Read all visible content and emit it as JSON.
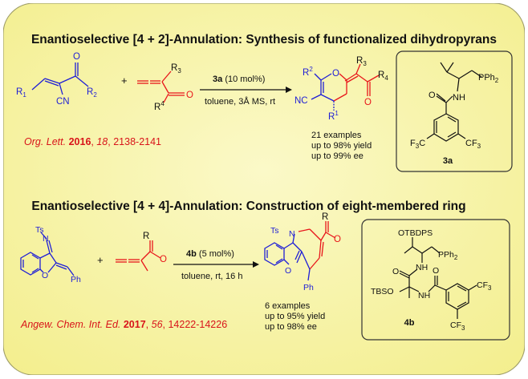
{
  "section1": {
    "title": "Enantioselective [4 + 2]-Annulation: Synthesis of functionalized dihydropyrans",
    "catalyst_id": "3a",
    "catalyst_loading": "(10 mol%)",
    "conditions": "toluene, 3Å MS, rt",
    "citation": {
      "journal": "Org. Lett.",
      "year": "2016",
      "volume": "18",
      "pages": "2138-2141"
    },
    "results": [
      "21 examples",
      "up to 98% yield",
      "up to 99% ee"
    ],
    "substrate1_labels": {
      "r1": "R",
      "r1_sub": "1",
      "cn": "CN",
      "r2": "R",
      "r2_sub": "2",
      "o": "O"
    },
    "substrate2_labels": {
      "r3": "R",
      "r3_sub": "3",
      "r4": "R",
      "r4_sup": "4",
      "o": "O"
    },
    "product_labels": {
      "r2": "R",
      "r2_sup": "2",
      "o_ring": "O",
      "r3": "R",
      "r3_sub": "3",
      "r4": "R",
      "r4_sub": "4",
      "o": "O",
      "nc": "NC",
      "r1": "R",
      "r1_sup": "1"
    },
    "catalyst_labels": {
      "pph2": "PPh",
      "pph2_sub": "2",
      "nh": "NH",
      "o": "O",
      "cf3_left": "F",
      "cf3_left_sub": "3",
      "cf3_left_c": "C",
      "cf3_right": "CF",
      "cf3_right_sub": "3",
      "name": "3a"
    }
  },
  "section2": {
    "title": "Enantioselective [4 + 4]-Annulation: Construction of eight-membered ring",
    "catalyst_id": "4b",
    "catalyst_loading": "(5 mol%)",
    "conditions": "toluene, rt, 16 h",
    "citation": {
      "journal": "Angew. Chem. Int. Ed.",
      "year": "2017",
      "volume": "56",
      "pages": "14222-14226"
    },
    "results": [
      "6 examples",
      "up to 95% yield",
      "up to 98% ee"
    ],
    "substrate1_labels": {
      "ts": "Ts",
      "n": "N",
      "o": "O",
      "ph": "Ph"
    },
    "substrate2_labels": {
      "r": "R",
      "o": "O"
    },
    "product_labels": {
      "ts": "Ts",
      "n": "N",
      "o_ring": "O",
      "ph": "Ph",
      "r": "R",
      "o": "O"
    },
    "catalyst_labels": {
      "otbdps": "OTBDPS",
      "pph2": "PPh",
      "pph2_sub": "2",
      "nh1": "NH",
      "o1": "O",
      "tbso": "TBSO",
      "nh2": "NH",
      "o2": "O",
      "cf3_top": "CF",
      "cf3_top_sub": "3",
      "cf3_bottom": "CF",
      "cf3_bottom_sub": "3",
      "name": "4b"
    }
  },
  "plus_sign": "+",
  "colors": {
    "background": "#f7f49d",
    "blue": "#1f1fd6",
    "red": "#e8161b",
    "citation_red": "#d8141a",
    "black": "#111111"
  }
}
